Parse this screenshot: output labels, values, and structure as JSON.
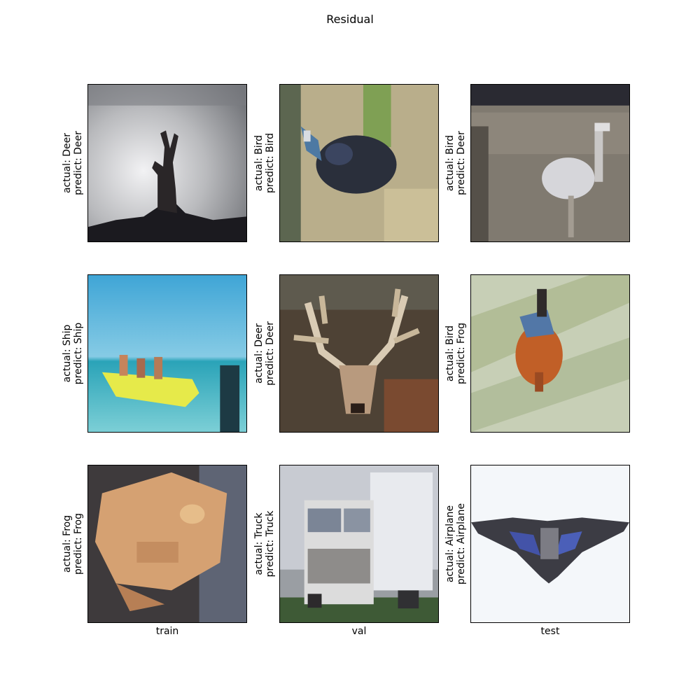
{
  "title": "Residual",
  "panels": [
    {
      "actual": "actual: Deer",
      "predict": "predict: Deer",
      "subject": "deer silhouette against grey sky"
    },
    {
      "actual": "actual: Bird",
      "predict": "predict: Bird",
      "subject": "dark bird on ground"
    },
    {
      "actual": "actual: Bird",
      "predict": "predict: Deer",
      "subject": "white long-necked bird"
    },
    {
      "actual": "actual: Ship",
      "predict": "predict: Ship",
      "subject": "yellow boat on blue sea"
    },
    {
      "actual": "actual: Deer",
      "predict": "predict: Deer",
      "subject": "antlered deer close-up"
    },
    {
      "actual": "actual: Bird",
      "predict": "predict: Frog",
      "subject": "orange bird in grass"
    },
    {
      "actual": "actual: Frog",
      "predict": "predict: Frog",
      "subject": "brown frog"
    },
    {
      "actual": "actual: Truck",
      "predict": "predict: Truck",
      "subject": "white truck"
    },
    {
      "actual": "actual: Airplane",
      "predict": "predict: Airplane",
      "subject": "grey airplane on white sky"
    }
  ],
  "column_labels": [
    "train",
    "val",
    "test"
  ]
}
